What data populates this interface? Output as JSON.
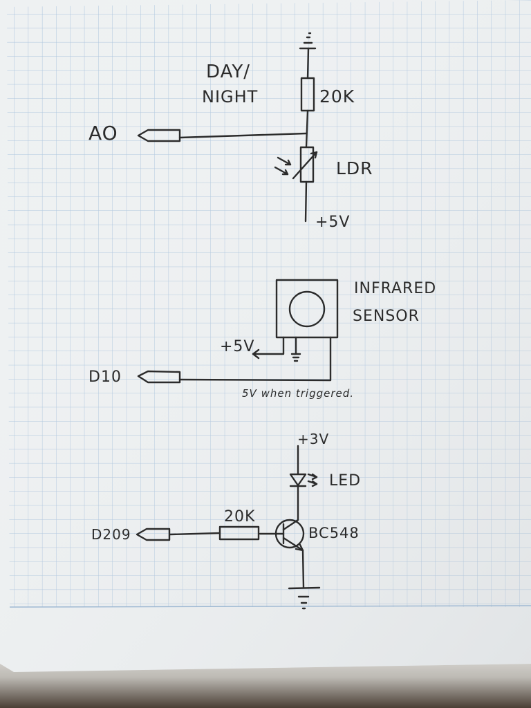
{
  "labels": {
    "day_night_1": "DAY/",
    "day_night_2": "NIGHT",
    "r1": "20K",
    "a0": "AO",
    "ldr": "LDR",
    "v5_top": "+5V",
    "ir_1": "INFRARED",
    "ir_2": "SENSOR",
    "v5_ir": "+5V",
    "d10": "D10",
    "triggered": "5V when triggered.",
    "v3": "+3V",
    "led": "LED",
    "r2": "20K",
    "d209": "D209",
    "transistor": "BC548"
  },
  "colors": {
    "paper": "#eef1f2",
    "grid": "#a9c3dd",
    "ink": "#2b2b2b"
  }
}
